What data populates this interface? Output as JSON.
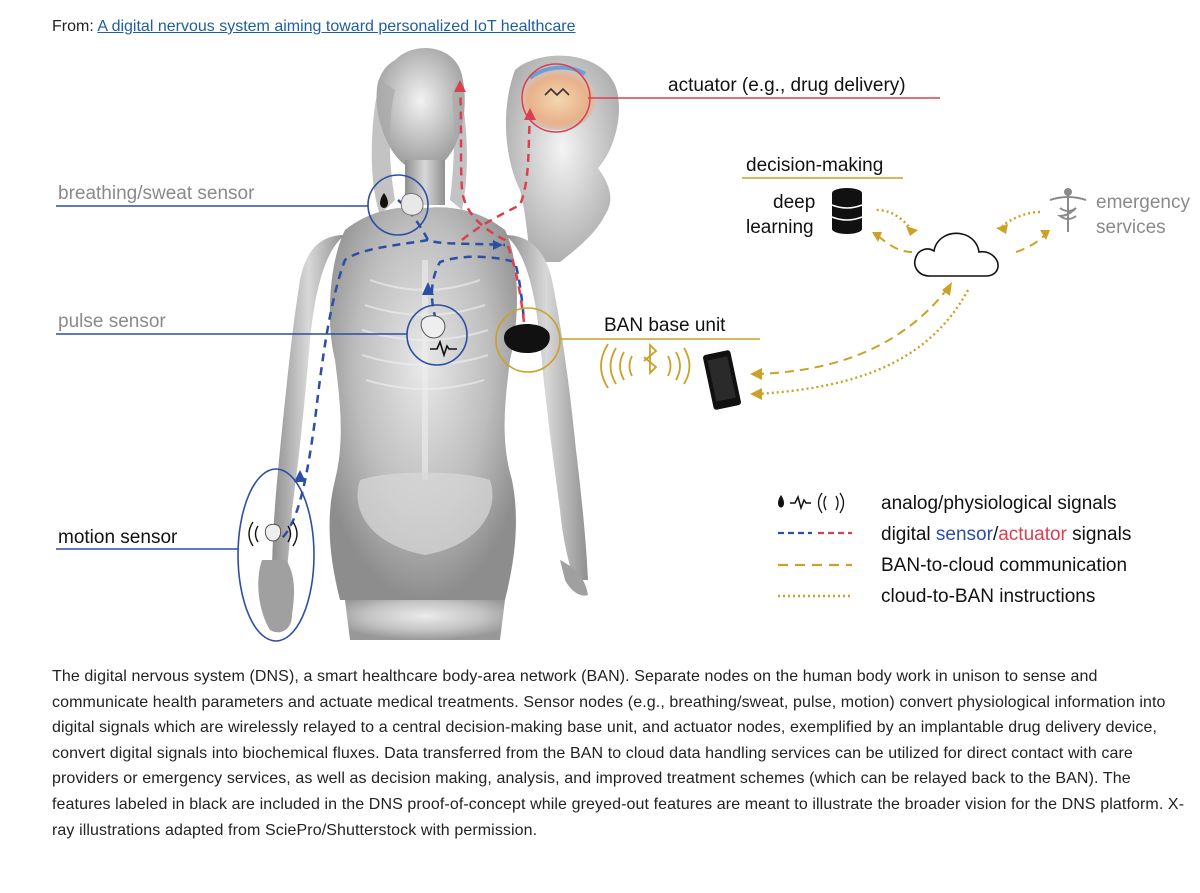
{
  "header": {
    "from_prefix": "From:",
    "article_link": "A digital nervous system aiming toward personalized IoT healthcare"
  },
  "figure": {
    "labels": {
      "breathing": "breathing/sweat sensor",
      "pulse": "pulse sensor",
      "motion": "motion sensor",
      "actuator": "actuator (e.g., drug delivery)",
      "decision": "decision-making",
      "deep": "deep",
      "learning": "learning",
      "emergency": "emergency",
      "services": "services",
      "ban": "BAN base unit"
    },
    "legend": [
      {
        "text_plain": "analog/physiological signals"
      },
      {
        "prefix": "digital ",
        "sensor": "sensor",
        "slash": "/",
        "actuator": "actuator",
        "suffix": " signals"
      },
      {
        "text_plain": "BAN-to-cloud communication"
      },
      {
        "text_plain": "cloud-to-BAN instructions"
      }
    ],
    "colors": {
      "sensor_blue": "#2b4fa2",
      "actuator_red": "#d9404f",
      "gold": "#c9a227",
      "grey_label": "#8a8a8a",
      "body_grey": "#9a9a9a"
    }
  },
  "caption": "The digital nervous system (DNS), a smart healthcare body-area network (BAN). Separate nodes on the human body work in unison to sense and communicate health parameters and actuate medical treatments. Sensor nodes (e.g., breathing/sweat, pulse, motion) convert physiological information into digital signals which are wirelessly relayed to a central decision-making base unit, and actuator nodes, exemplified by an implantable drug delivery device, convert digital signals into biochemical fluxes. Data transferred from the BAN to cloud data handling services can be utilized for direct contact with care providers or emergency services, as well as decision making, analysis, and improved treatment schemes (which can be relayed back to the BAN). The features labeled in black are included in the DNS proof-of-concept while greyed-out features are meant to illustrate the broader vision for the DNS platform. X-ray illustrations adapted from SciePro/Shutterstock with permission."
}
